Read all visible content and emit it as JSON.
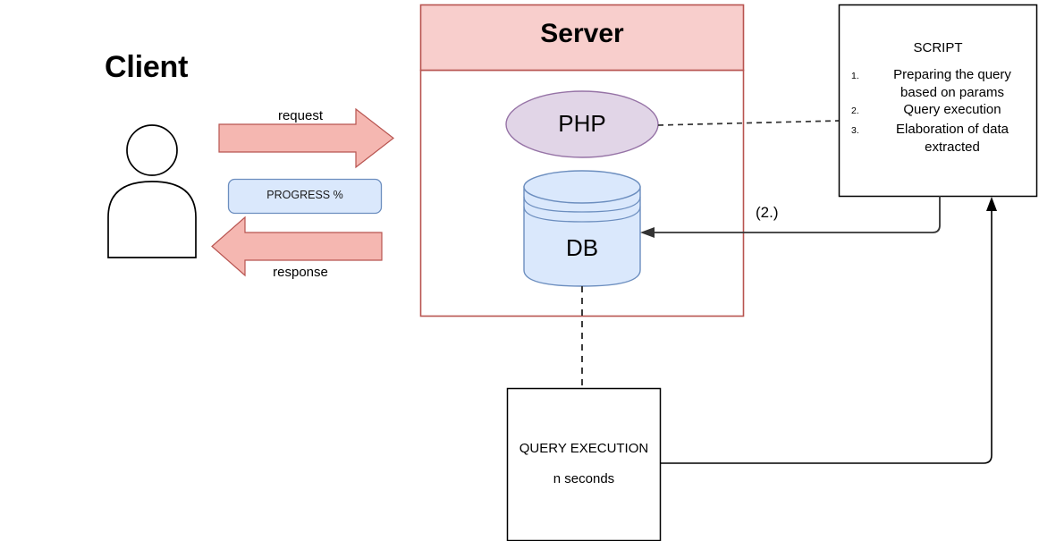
{
  "diagram": {
    "client": {
      "title": "Client",
      "actor_icon": "person-icon",
      "request_label": "request",
      "response_label": "response",
      "progress_label": "PROGRESS %"
    },
    "server": {
      "title": "Server",
      "php_label": "PHP",
      "db_label": "DB"
    },
    "script_box": {
      "title": "SCRIPT",
      "steps": [
        {
          "num": "1.",
          "text": "Preparing the query based on params"
        },
        {
          "num": "2.",
          "text": "Query execution"
        },
        {
          "num": "3.",
          "text": "Elaboration of data extracted"
        }
      ]
    },
    "query_execution_box": {
      "title": "QUERY EXECUTION",
      "subtitle": "n seconds"
    },
    "edges": {
      "step2_label": "(2.)"
    },
    "colors": {
      "server_header_fill": "#f8cecc",
      "server_stroke": "#b85450",
      "arrow_fill": "#f5b7b1",
      "arrow_stroke": "#b85450",
      "php_fill": "#e1d5e7",
      "php_stroke": "#9673a6",
      "db_fill": "#dae8fc",
      "db_stroke": "#6c8ebf",
      "progress_fill": "#dae8fc",
      "progress_stroke": "#6c8ebf",
      "box_stroke": "#000000",
      "line_stroke": "#333333"
    }
  }
}
